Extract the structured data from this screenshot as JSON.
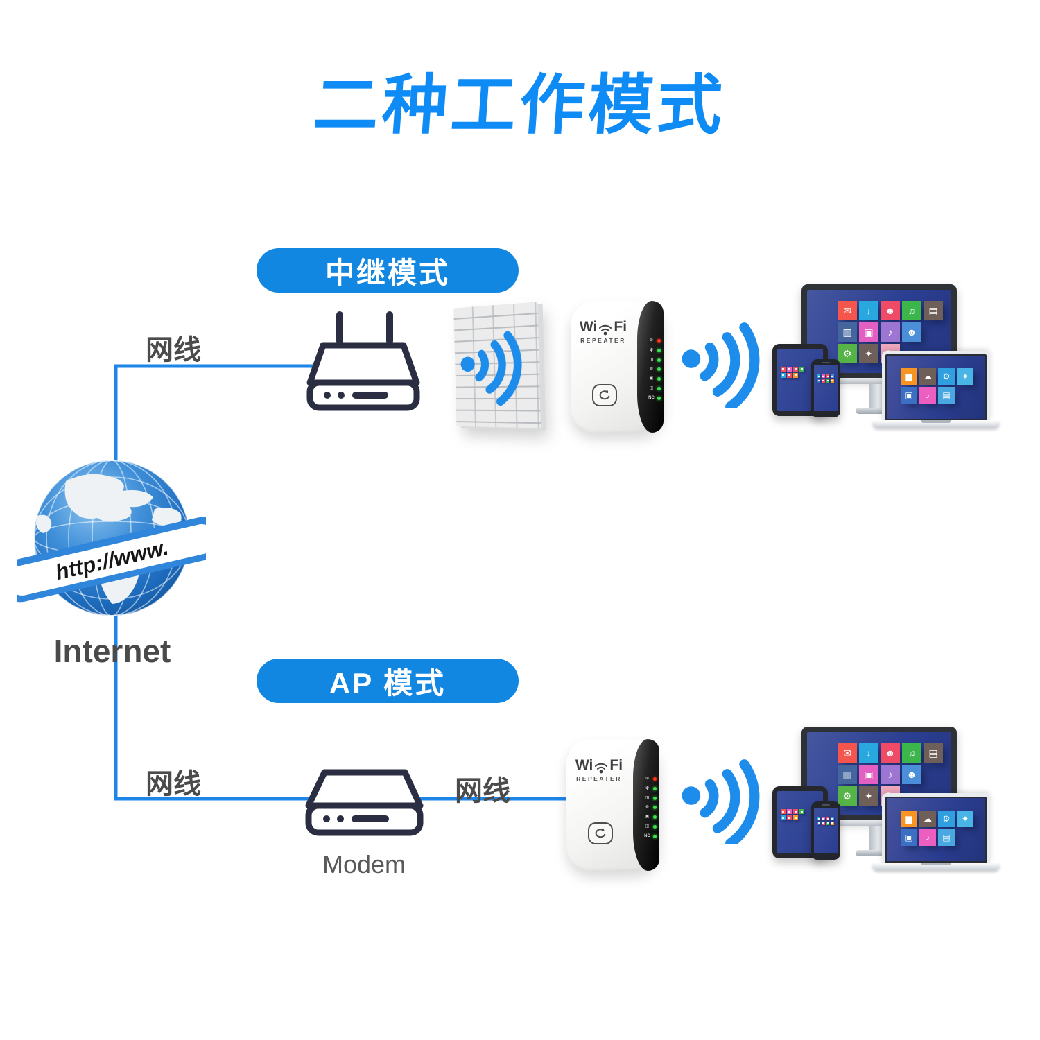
{
  "page": {
    "title": "二种工作模式"
  },
  "colors": {
    "title_blue": "#0f8bf5",
    "badge_blue": "#1287e2",
    "line_blue": "#1e86e8",
    "wifi_blue": "#1d8ceb",
    "device_outline_navy": "#2b2e43",
    "label_gray": "#4b4b4b"
  },
  "internet": {
    "label": "Internet",
    "ribbon": "http://www."
  },
  "mode1": {
    "badge": "中继模式",
    "cable_label": "网线"
  },
  "mode2": {
    "badge": "AP 模式",
    "cable_left": "网线",
    "cable_right": "网线",
    "modem_label": "Modem"
  },
  "repeater": {
    "brand_wi": "Wi",
    "brand_fi": "Fi",
    "subtitle": "REPEATER",
    "leds": [
      {
        "name": "power-led",
        "glyph": "⊙",
        "color": "#ff3418"
      },
      {
        "name": "wifi-led",
        "glyph": "ψ",
        "color": "#3ce24a"
      },
      {
        "name": "signal-led",
        "glyph": "◨",
        "color": "#3ce24a"
      },
      {
        "name": "wps-led",
        "glyph": "⊚",
        "color": "#3ce24a"
      },
      {
        "name": "lan-led",
        "glyph": "▣",
        "color": "#3ce24a"
      },
      {
        "name": "ethernet-led",
        "glyph": "◫",
        "color": "#3ce24a"
      },
      {
        "name": "nc-led",
        "glyph": "NC",
        "color": "#3ce24a"
      }
    ]
  },
  "devices": {
    "monitor_tiles": [
      [
        {
          "name": "mail-tile",
          "g": "✉",
          "c": "#f4564e"
        },
        {
          "name": "download-tile",
          "g": "↓",
          "c": "#29a8e0"
        },
        {
          "name": "user-tile",
          "g": "☻",
          "c": "#ef4b66"
        },
        {
          "name": "volume-tile",
          "g": "♫",
          "c": "#3cb54a"
        },
        {
          "name": "document-tile",
          "g": "▤",
          "c": "#6e5f58"
        }
      ],
      [
        {
          "name": "trash-tile",
          "g": "▥",
          "c": "#44659e"
        },
        {
          "name": "folder-tile",
          "g": "▣",
          "c": "#e35fc2"
        },
        {
          "name": "speaker-tile",
          "g": "♪",
          "c": "#9d76d4"
        },
        {
          "name": "person-tile",
          "g": "☻",
          "c": "#4b8fd8"
        }
      ],
      [
        {
          "name": "gear-tile",
          "g": "⚙",
          "c": "#55b348"
        },
        {
          "name": "handshake-tile",
          "g": "✦",
          "c": "#6e5f58"
        },
        {
          "name": "refresh-tile",
          "g": "↻",
          "c": "#efa8bc"
        }
      ]
    ],
    "laptop_tiles": [
      [
        {
          "name": "chart-tile",
          "g": "▆",
          "c": "#f79422"
        },
        {
          "name": "cloud-tile",
          "g": "☁",
          "c": "#6e5f58"
        },
        {
          "name": "gear-tile",
          "g": "⚙",
          "c": "#2f9fe0"
        },
        {
          "name": "handshake-tile",
          "g": "✦",
          "c": "#49b4e6"
        }
      ],
      [
        {
          "name": "folder-tile",
          "g": "▣",
          "c": "#3a6fc4"
        },
        {
          "name": "speaker-tile",
          "g": "♪",
          "c": "#ec5fc0"
        },
        {
          "name": "document-tile",
          "g": "▤",
          "c": "#4aa8e0"
        }
      ]
    ],
    "tablet_tiles": [
      [
        "#f4564e",
        "#ec5fc0",
        "#ef4b66",
        "#3cb54a"
      ],
      [
        "#29a8e0",
        "#ef4b66",
        "#f79422"
      ]
    ],
    "phone_tiles": [
      [
        "#29a8e0",
        "#ec5fc0",
        "#f4564e",
        "#4b8fd8"
      ],
      [
        "#3a6fc4",
        "#ef4b66",
        "#3cb54a",
        "#f79422"
      ]
    ]
  }
}
